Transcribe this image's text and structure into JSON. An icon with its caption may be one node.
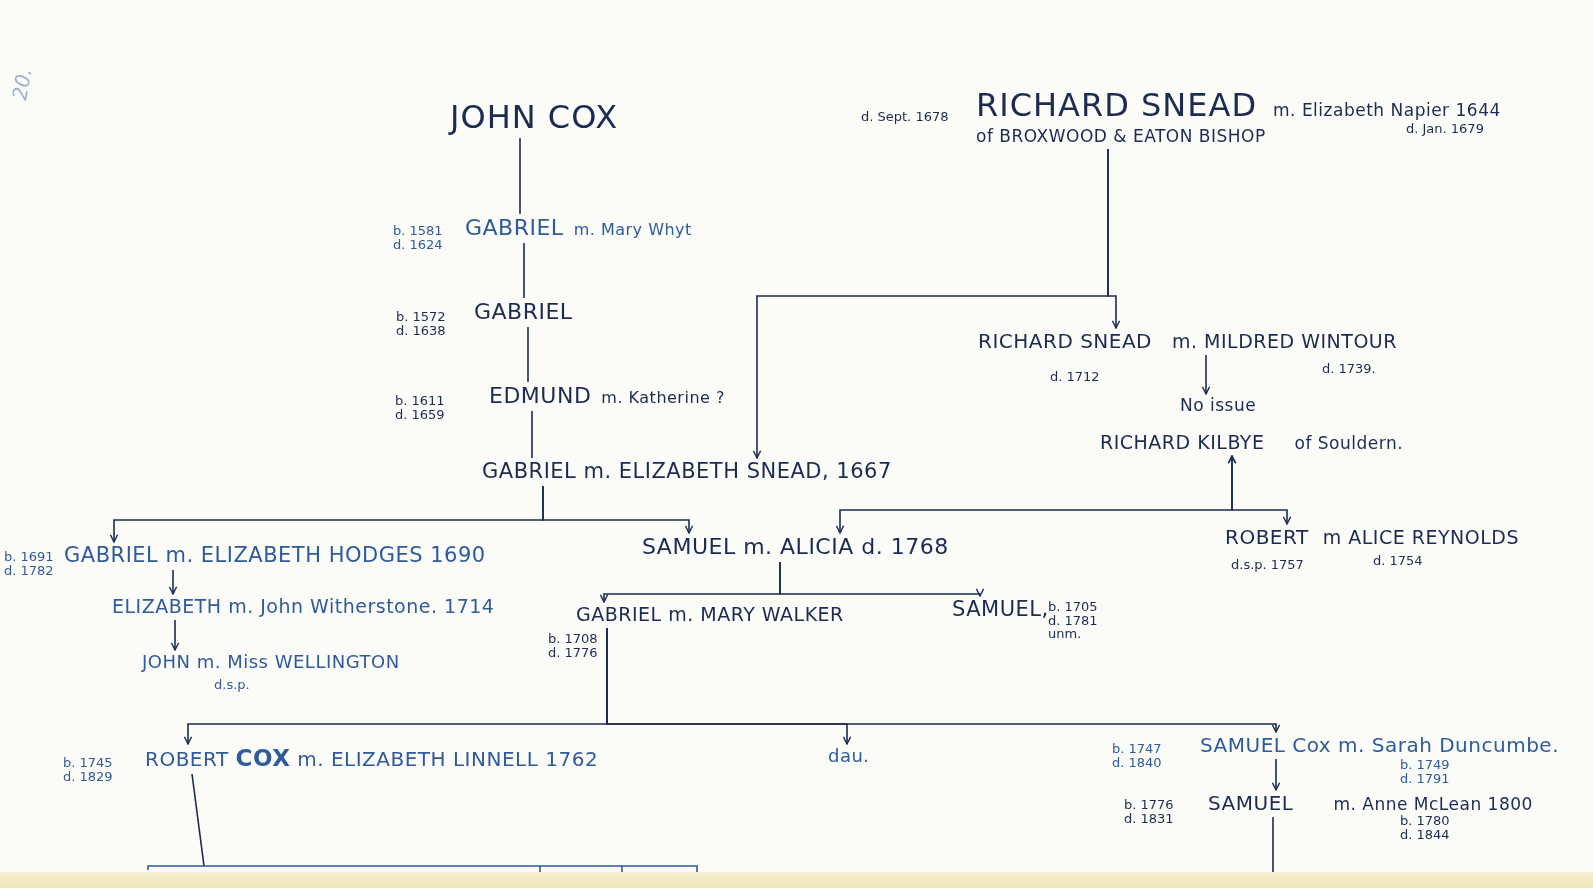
{
  "diagram": {
    "nodes": [
      {
        "text": [
          "JOHN COX"
        ]
      },
      {
        "text": [
          "RICHARD SNEAD",
          "m. Elizabeth Napier 1644",
          "of BROXWOOD & EATON BISHOP"
        ],
        "beside": [
          "d. Sept. 1678",
          "d. Jan. 1679"
        ]
      },
      {
        "text": [
          "GABRIEL",
          "m. Mary Whyt"
        ],
        "beside": [
          "b. 1581 d. 1624"
        ]
      },
      {
        "text": [
          "GABRIEL"
        ],
        "beside": [
          "b. 1572 d. 1638"
        ]
      },
      {
        "text": [
          "EDMUND",
          "m. Katherine ?"
        ],
        "beside": [
          "b. 1611 d. 1659"
        ]
      },
      {
        "text": [
          "RICHARD SNEAD",
          "m. MILDRED WINTOUR"
        ],
        "beside": [
          "d. 1712",
          "d. 1739."
        ]
      },
      {
        "text": [
          "No issue"
        ]
      },
      {
        "text": [
          "GABRIEL m. ELIZABETH SNEAD, 1667"
        ]
      },
      {
        "text": [
          "RICHARD KILBYE",
          "of Souldern."
        ]
      },
      {
        "text": [
          "GABRIEL m. ELIZABETH HODGES 1690"
        ],
        "beside": [
          "b. 1691 d. 1782"
        ]
      },
      {
        "text": [
          "SAMUEL m. ALICIA d. 1768"
        ]
      },
      {
        "text": [
          "ROBERT",
          "m ALICE REYNOLDS"
        ],
        "beside": [
          "d.s.p. 1757",
          "d. 1754"
        ]
      },
      {
        "text": [
          "ELIZABETH m. John Witherstone. 1714"
        ]
      },
      {
        "text": [
          "GABRIEL m. MARY WALKER"
        ],
        "beside": [
          "b. 1708 d. 1776"
        ]
      },
      {
        "text": [
          "SAMUEL,"
        ],
        "beside": [
          "b. 1705 d. 1781 unm."
        ]
      },
      {
        "text": [
          "JOHN m. Miss WELLINGTON"
        ],
        "beside": [
          "d.s.p."
        ]
      },
      {
        "text": [
          "ROBERT **COX** m. ELIZABETH LINNELL 1762"
        ],
        "beside": [
          "b. 1745 d. 1829"
        ]
      },
      {
        "text": [
          "dau."
        ]
      },
      {
        "text": [
          "SAMUEL Cox m. Sarah Duncumbe."
        ],
        "beside": [
          "b. 1747 d. 1840",
          "b. 1749 d. 1791"
        ]
      },
      {
        "text": [
          "SAMUEL",
          "m. Anne McLean 1800"
        ],
        "beside": [
          "b. 1776 d. 1831",
          "b. 1780 d. 1844"
        ]
      }
    ],
    "edges": [
      {
        "from": 0,
        "to": 2,
        "arrow": "none"
      },
      {
        "from": 2,
        "to": 3,
        "arrow": "none"
      },
      {
        "from": 3,
        "to": 4,
        "arrow": "none"
      },
      {
        "from": 4,
        "to": 7,
        "arrow": "none"
      },
      {
        "from": 1,
        "to": 5,
        "arrow": "to"
      },
      {
        "from": 1,
        "to": 7,
        "arrow": "to"
      },
      {
        "from": 5,
        "to": 6,
        "arrow": "to"
      },
      {
        "from": 8,
        "to": 10,
        "arrow": "both"
      },
      {
        "from": 8,
        "to": 11,
        "arrow": "both"
      },
      {
        "from": 7,
        "to": 9,
        "arrow": "to"
      },
      {
        "from": 7,
        "to": 10,
        "arrow": "to"
      },
      {
        "from": 9,
        "to": 12,
        "arrow": "to"
      },
      {
        "from": 12,
        "to": 15,
        "arrow": "to"
      },
      {
        "from": 10,
        "to": 13,
        "arrow": "to"
      },
      {
        "from": 10,
        "to": 14,
        "arrow": "to"
      },
      {
        "from": 13,
        "to": 16,
        "arrow": "to"
      },
      {
        "from": 13,
        "to": 17,
        "arrow": "to"
      },
      {
        "from": 13,
        "to": 18,
        "arrow": "to"
      },
      {
        "from": 18,
        "to": 19,
        "arrow": "to"
      },
      {
        "from": 16,
        "to": null,
        "arrow": "none"
      },
      {
        "from": 19,
        "to": null,
        "arrow": "none"
      }
    ],
    "labels": [
      "20."
    ]
  }
}
